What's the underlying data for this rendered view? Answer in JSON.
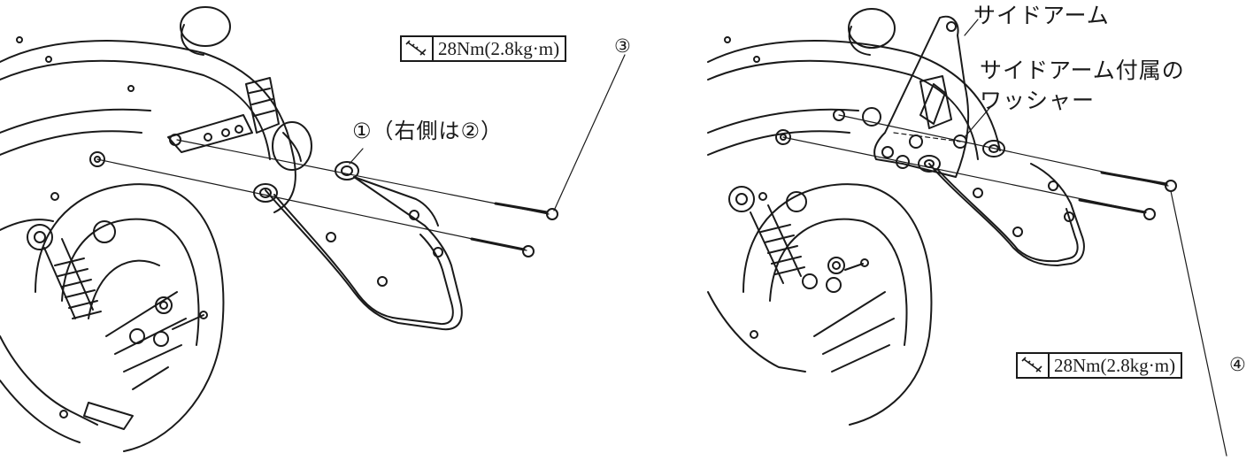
{
  "left": {
    "torque": "28Nm(2.8kg·m)",
    "bolt_number": "③",
    "bracket_label": "①（右側は②）"
  },
  "right": {
    "side_arm_label": "サイドアーム",
    "washer_label_line1": "サイドアーム付属の",
    "washer_label_line2": "ワッシャー",
    "torque": "28Nm(2.8kg·m)",
    "bolt_number": "④"
  },
  "icons": [
    "torque-wrench-icon"
  ]
}
